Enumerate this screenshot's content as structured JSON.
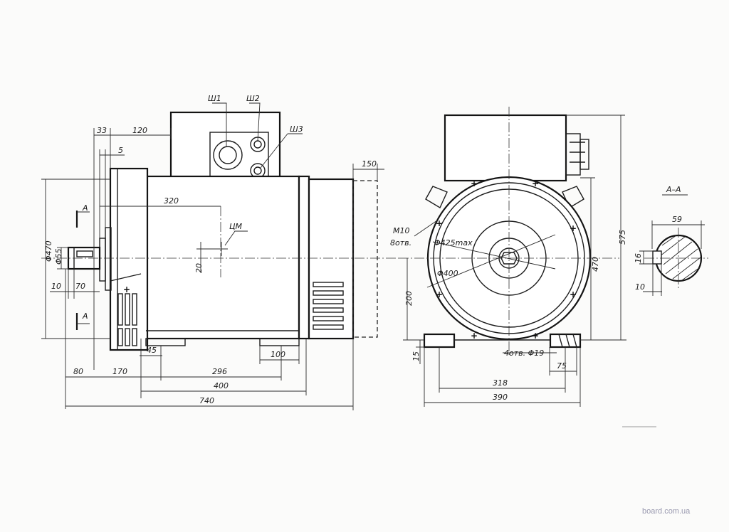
{
  "drawing": {
    "side_view": {
      "dims": {
        "d33": "33",
        "d120": "120",
        "d5": "5",
        "d150": "150",
        "d320": "320",
        "d20": "20",
        "d10": "10",
        "d70": "70",
        "d45": "45",
        "d100": "100",
        "d80": "80",
        "d170": "170",
        "d296": "296",
        "d400": "400",
        "d740": "740",
        "phi55": "Φ55",
        "phi470": "Φ470"
      },
      "labels": {
        "sh1": "Ш1",
        "sh2": "Ш2",
        "sh3": "Ш3",
        "cm": "ЦМ",
        "section_a_top": "A",
        "section_a_bottom": "A",
        "plus": "+"
      }
    },
    "front_view": {
      "dims": {
        "d200": "200",
        "d15": "15",
        "d470": "470",
        "d575": "575",
        "d318": "318",
        "d390": "390",
        "d75": "75"
      },
      "labels": {
        "m10": "M10",
        "holes8": "8отв.",
        "phi425": "Φ425max",
        "phi400": "Φ400",
        "holes4": "4отв. Φ19"
      }
    },
    "section": {
      "title": "A–A",
      "dims": {
        "d59": "59",
        "d16": "16",
        "d10": "10"
      }
    }
  },
  "watermark": "board.com.ua"
}
